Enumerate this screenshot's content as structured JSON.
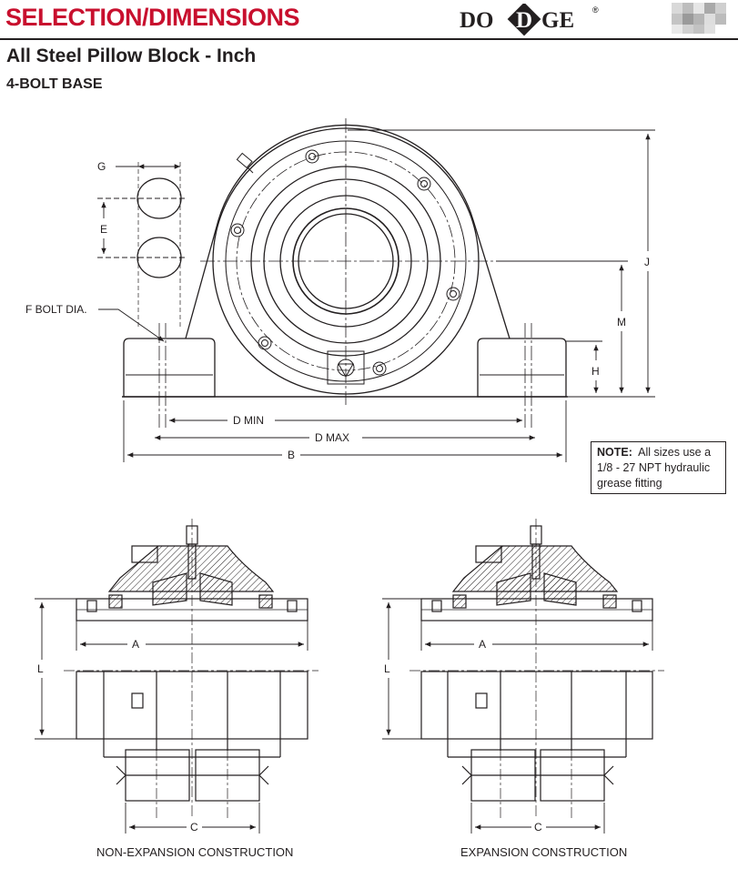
{
  "header": {
    "title": "SELECTION/DIMENSIONS",
    "brand": "DODGE",
    "registered_mark": "®"
  },
  "subtitle": "All Steel Pillow Block - Inch",
  "section": "4-BOLT BASE",
  "top_drawing": {
    "labels": {
      "g": "G",
      "e": "E",
      "f_bolt": "F BOLT DIA.",
      "j": "J",
      "m": "M",
      "h": "H",
      "d_min": "D MIN",
      "d_max": "D MAX",
      "b": "B"
    }
  },
  "note": {
    "label": "NOTE:",
    "text": "All sizes use a 1/8 - 27 NPT hydraulic grease fitting",
    "line1": "All sizes use a",
    "line2": "1/8 - 27 NPT hydraulic",
    "line3": "grease fitting"
  },
  "section_views": [
    {
      "labels": {
        "a": "A",
        "l": "L",
        "c": "C"
      },
      "caption": "NON-EXPANSION CONSTRUCTION"
    },
    {
      "labels": {
        "a": "A",
        "l": "L",
        "c": "C"
      },
      "caption": "EXPANSION CONSTRUCTION"
    }
  ],
  "colors": {
    "accent": "#c8102e",
    "ink": "#231f20"
  }
}
